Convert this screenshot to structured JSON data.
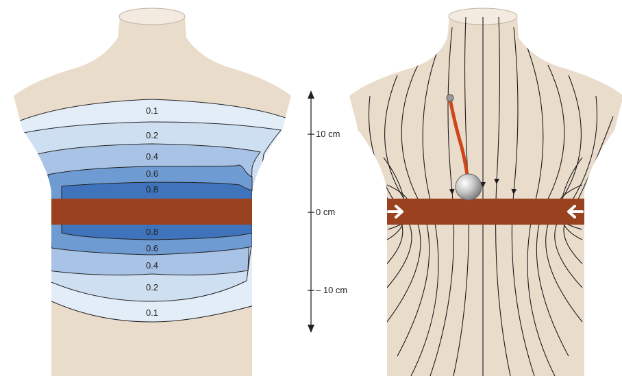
{
  "left_panel": {
    "contour_labels_top": [
      "0.1",
      "0.2",
      "0.4",
      "0.6",
      "0.8"
    ],
    "contour_labels_bottom": [
      "0.8",
      "0.6",
      "0.4",
      "0.2",
      "0.1"
    ]
  },
  "scale": {
    "tick_labels": [
      "10 cm",
      "0 cm",
      "– 10 cm"
    ]
  },
  "colors": {
    "skin": "#e9dccb",
    "band": "#9a4220",
    "contour_01": "#e3edf8",
    "contour_02": "#cfdff2",
    "contour_04": "#a9c3e6",
    "contour_06": "#6f9bd3",
    "contour_08": "#3f74bd",
    "field_line": "#1a1a1a",
    "wire": "#d0461a"
  }
}
